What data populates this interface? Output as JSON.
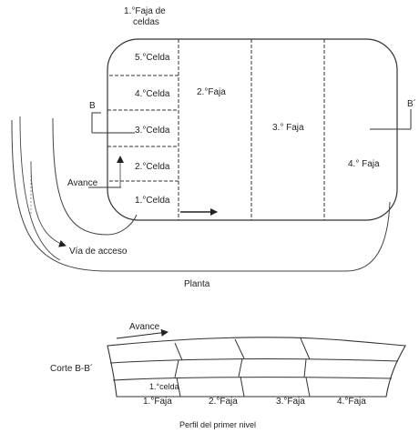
{
  "plan": {
    "top_label_line1": "1.°Faja de",
    "top_label_line2": "celdas",
    "cells": [
      "5.°Celda",
      "4.°Celda",
      "3.°Celda",
      "2.°Celda",
      "1.°Celda"
    ],
    "strip2": "2.°Faja",
    "strip3": "3.° Faja",
    "strip4": "4.° Faja",
    "section_left": "B",
    "section_right": "B´",
    "advance": "Avance",
    "access_road": "Vía de acceso",
    "caption": "Planta"
  },
  "profile": {
    "advance": "Avance",
    "section": "Corte B-B´",
    "cell": "1.°celda",
    "strips": [
      "1.°Faja",
      "2.°Faja",
      "3.°Faja",
      "4.°Faja"
    ],
    "caption": "Perfil del primer nivel"
  }
}
